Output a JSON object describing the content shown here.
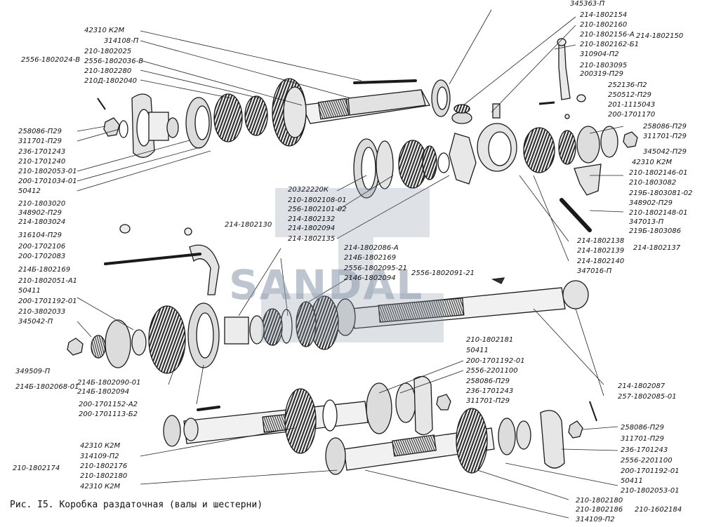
{
  "caption": "Рис. I5. Коробка раздаточная (валы и шестерни)",
  "watermark": {
    "text": "SANDAL",
    "color": "#8a9aaa"
  },
  "colors": {
    "ink": "#1a1a1a",
    "part_fill": "#e9e9e9",
    "shade": "#9a9a9a"
  },
  "labels": {
    "top_left": [
      "42310 К2М",
      "314108-П",
      "2556-1802024-В",
      "210-1802025",
      "2556-1802036-В",
      "210-1802280",
      "210Д-1802040"
    ],
    "left_upper": [
      "258086-П29",
      "311701-П29",
      "236-1701243",
      "210-1701240",
      "210-1802053-01",
      "200-1701034-01",
      "50412"
    ],
    "left_middle": [
      "210-1803020",
      "348902-П29",
      "214-1803024",
      "316104-П29",
      "200-1702106",
      "200-1702083",
      "214Б-1802169",
      "210-1802051-А1",
      "50411",
      "200-1701192-01",
      "210-3802033",
      "345042-П",
      "349509-П",
      "214Б-1802068-01"
    ],
    "top_right": [
      "345363-П",
      "214-1802154",
      "210-1802160",
      "210-1802156-А",
      "210-1802162-Б1",
      "310904-П2",
      "210-1803095",
      "200319-П29",
      "214-1802150"
    ],
    "right": [
      "252136-П2",
      "250512-П29",
      "201-1115043",
      "200-1701170",
      "258086-П29",
      "311701-П29",
      "345042-П29",
      "42310 К2М",
      "210-1802146-01",
      "210-1803082",
      "219Б-1803081-02",
      "348902-П29",
      "210-1802148-01",
      "347013-П",
      "219Б-1803086",
      "214-1802137",
      "214-1802138",
      "214-1802139",
      "214-1802140",
      "347016-П"
    ],
    "center": [
      "20322220К",
      "210-1802108-01",
      "256-1802101-02",
      "214-1802132",
      "214-1802094",
      "214-1802130",
      "214-1802135",
      "214-1802086-А",
      "214Б-1802169",
      "2556-1802095-21",
      "2146-1802094",
      "2556-1802091-21"
    ],
    "bottom_center": [
      "214Б-1802090-01",
      "214Б-1802094",
      "200-1701152-А2",
      "200-1701113-Б2",
      "210-1802181",
      "50411",
      "200-1701192-01",
      "2556-2201100",
      "258086-П29",
      "236-1701243",
      "311701-П29",
      "214-1802087",
      "257-1802085-01"
    ],
    "bottom_left": [
      "42310 К2М",
      "314109-П2",
      "210-1802176",
      "210-1802180",
      "42310 К2М",
      "210-1802174"
    ],
    "bottom_right": [
      "258086-П29",
      "311701-П29",
      "236-1701243",
      "2556-2201100",
      "200-1701192-01",
      "50411",
      "210-1802053-01",
      "210-1802180",
      "210-1802186",
      "314109-П2",
      "210-1602184"
    ]
  }
}
